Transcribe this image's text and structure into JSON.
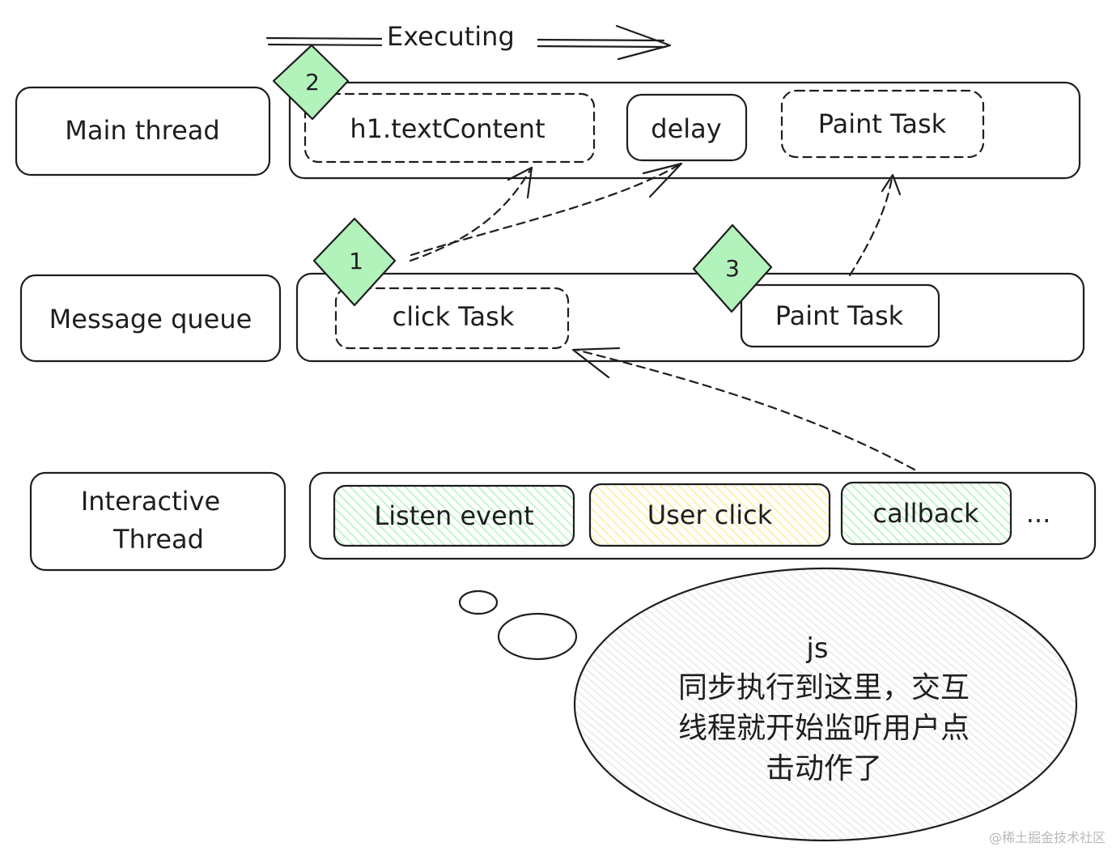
{
  "executing_label": "Executing",
  "rows": {
    "main": {
      "label": "Main thread",
      "tasks": [
        "h1.textContent",
        "delay",
        "Paint Task"
      ]
    },
    "queue": {
      "label": "Message queue",
      "tasks": [
        "click Task",
        "Paint Task"
      ]
    },
    "interactive": {
      "label_line1": "Interactive",
      "label_line2": "Thread",
      "tasks": [
        "Listen event",
        "User click",
        "callback"
      ],
      "more": "..."
    }
  },
  "badges": [
    "1",
    "2",
    "3"
  ],
  "bubble": {
    "title": "js",
    "line1": "同步执行到这里，交互",
    "line2": "线程就开始监听用户点",
    "line3": "击动作了"
  },
  "colors": {
    "stroke": "#1e1e1e",
    "badge_fill": "#b2f2bb",
    "green_hatch": "#b2f2bb",
    "yellow_hatch": "#ffec99",
    "bubble_hatch": "#d8d8d8"
  },
  "watermark": "@稀土掘金技术社区"
}
